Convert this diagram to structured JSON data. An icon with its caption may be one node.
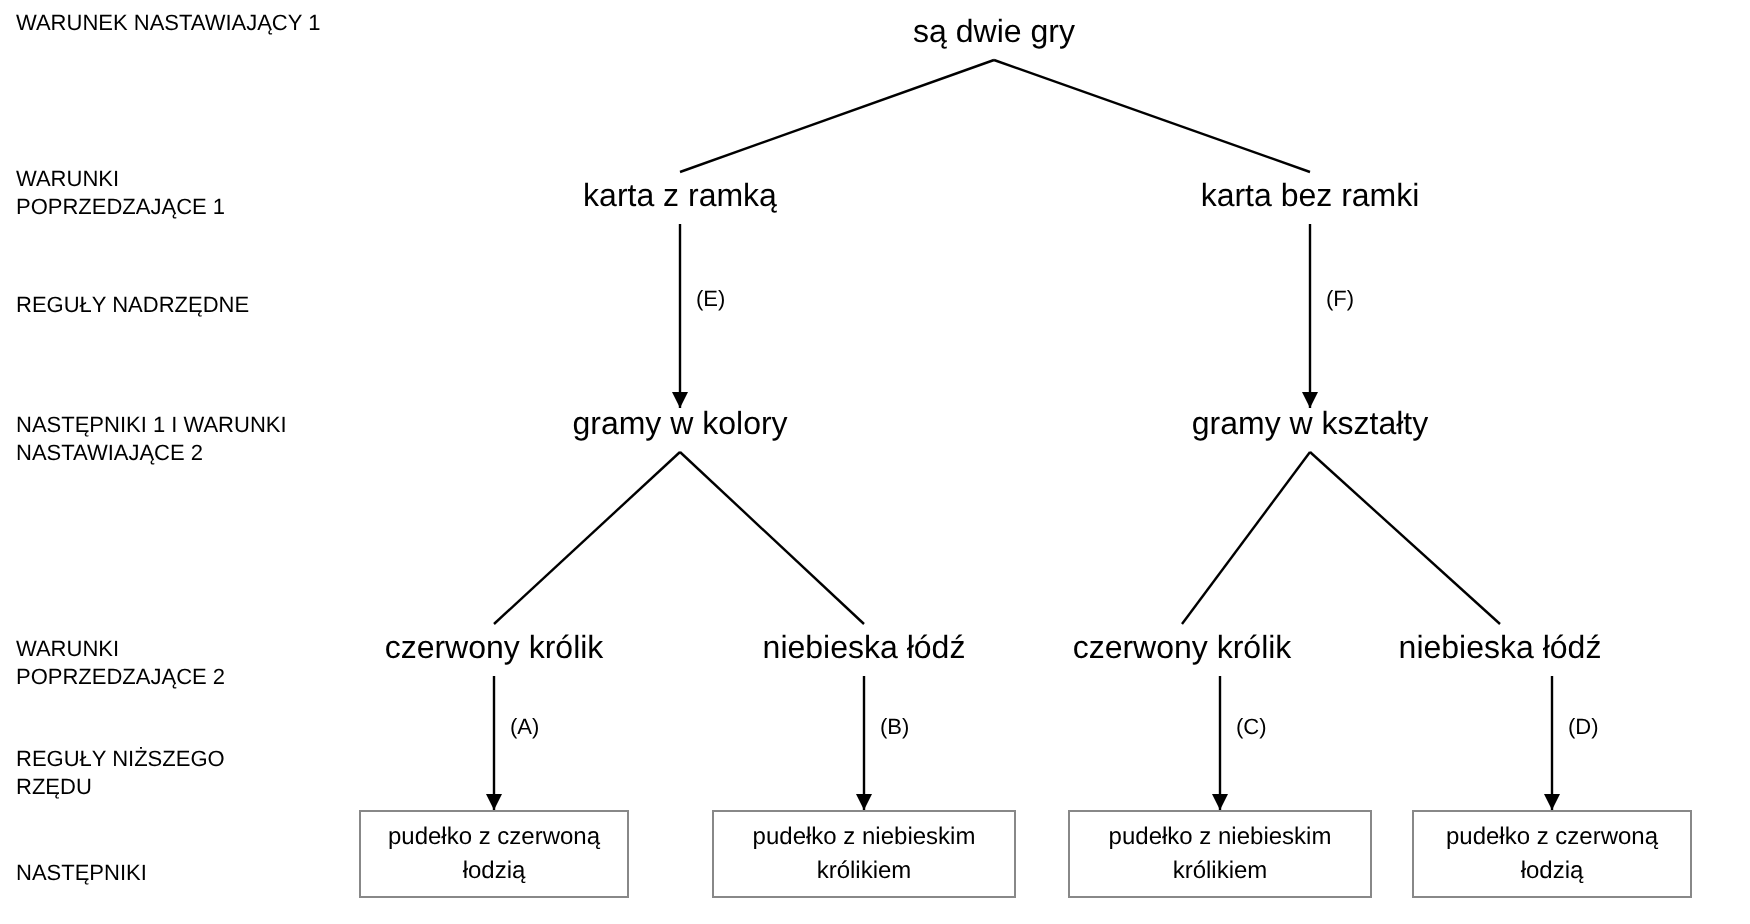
{
  "diagram": {
    "nodes": [
      {
        "text": [
          "są dwie gry"
        ]
      },
      {
        "text": [
          "karta z ramką"
        ]
      },
      {
        "text": [
          "karta bez ramki"
        ]
      },
      {
        "text": [
          "gramy w kolory"
        ]
      },
      {
        "text": [
          "gramy w kształty"
        ]
      },
      {
        "text": [
          "czerwony królik"
        ]
      },
      {
        "text": [
          "niebieska łódź"
        ]
      },
      {
        "text": [
          "czerwony królik"
        ]
      },
      {
        "text": [
          "niebieska łódź"
        ]
      },
      {
        "text": [
          "pudełko z czerwoną łodzią"
        ]
      },
      {
        "text": [
          "pudełko z niebieskim królikiem"
        ]
      },
      {
        "text": [
          "pudełko z niebieskim królikiem"
        ]
      },
      {
        "text": [
          "pudełko z czerwoną łodzią"
        ]
      }
    ],
    "edges": [
      {
        "from": 0,
        "to": 1,
        "arrow": "none"
      },
      {
        "from": 0,
        "to": 2,
        "arrow": "none"
      },
      {
        "from": 1,
        "to": 3,
        "arrow": "to",
        "label": "(E)"
      },
      {
        "from": 2,
        "to": 4,
        "arrow": "to",
        "label": "(F)"
      },
      {
        "from": 3,
        "to": 5,
        "arrow": "none"
      },
      {
        "from": 3,
        "to": 6,
        "arrow": "none"
      },
      {
        "from": 4,
        "to": 7,
        "arrow": "none"
      },
      {
        "from": 4,
        "to": 8,
        "arrow": "none"
      },
      {
        "from": 5,
        "to": 9,
        "arrow": "to",
        "label": "(A)"
      },
      {
        "from": 6,
        "to": 10,
        "arrow": "to",
        "label": "(B)"
      },
      {
        "from": 7,
        "to": 11,
        "arrow": "to",
        "label": "(C)"
      },
      {
        "from": 8,
        "to": 12,
        "arrow": "to",
        "label": "(D)"
      }
    ],
    "labels": [
      "WARUNEK NASTAWIAJĄCY 1",
      "WARUNKI POPRZEDZAJĄCE 1",
      "REGUŁY NADRZĘDNE",
      "NASTĘPNIKI 1 I WARUNKI NASTAWIAJĄCE 2",
      "WARUNKI POPRZEDZAJĄCE 2",
      "REGUŁY NIŻSZEGO RZĘDU",
      "NASTĘPNIKI"
    ]
  }
}
